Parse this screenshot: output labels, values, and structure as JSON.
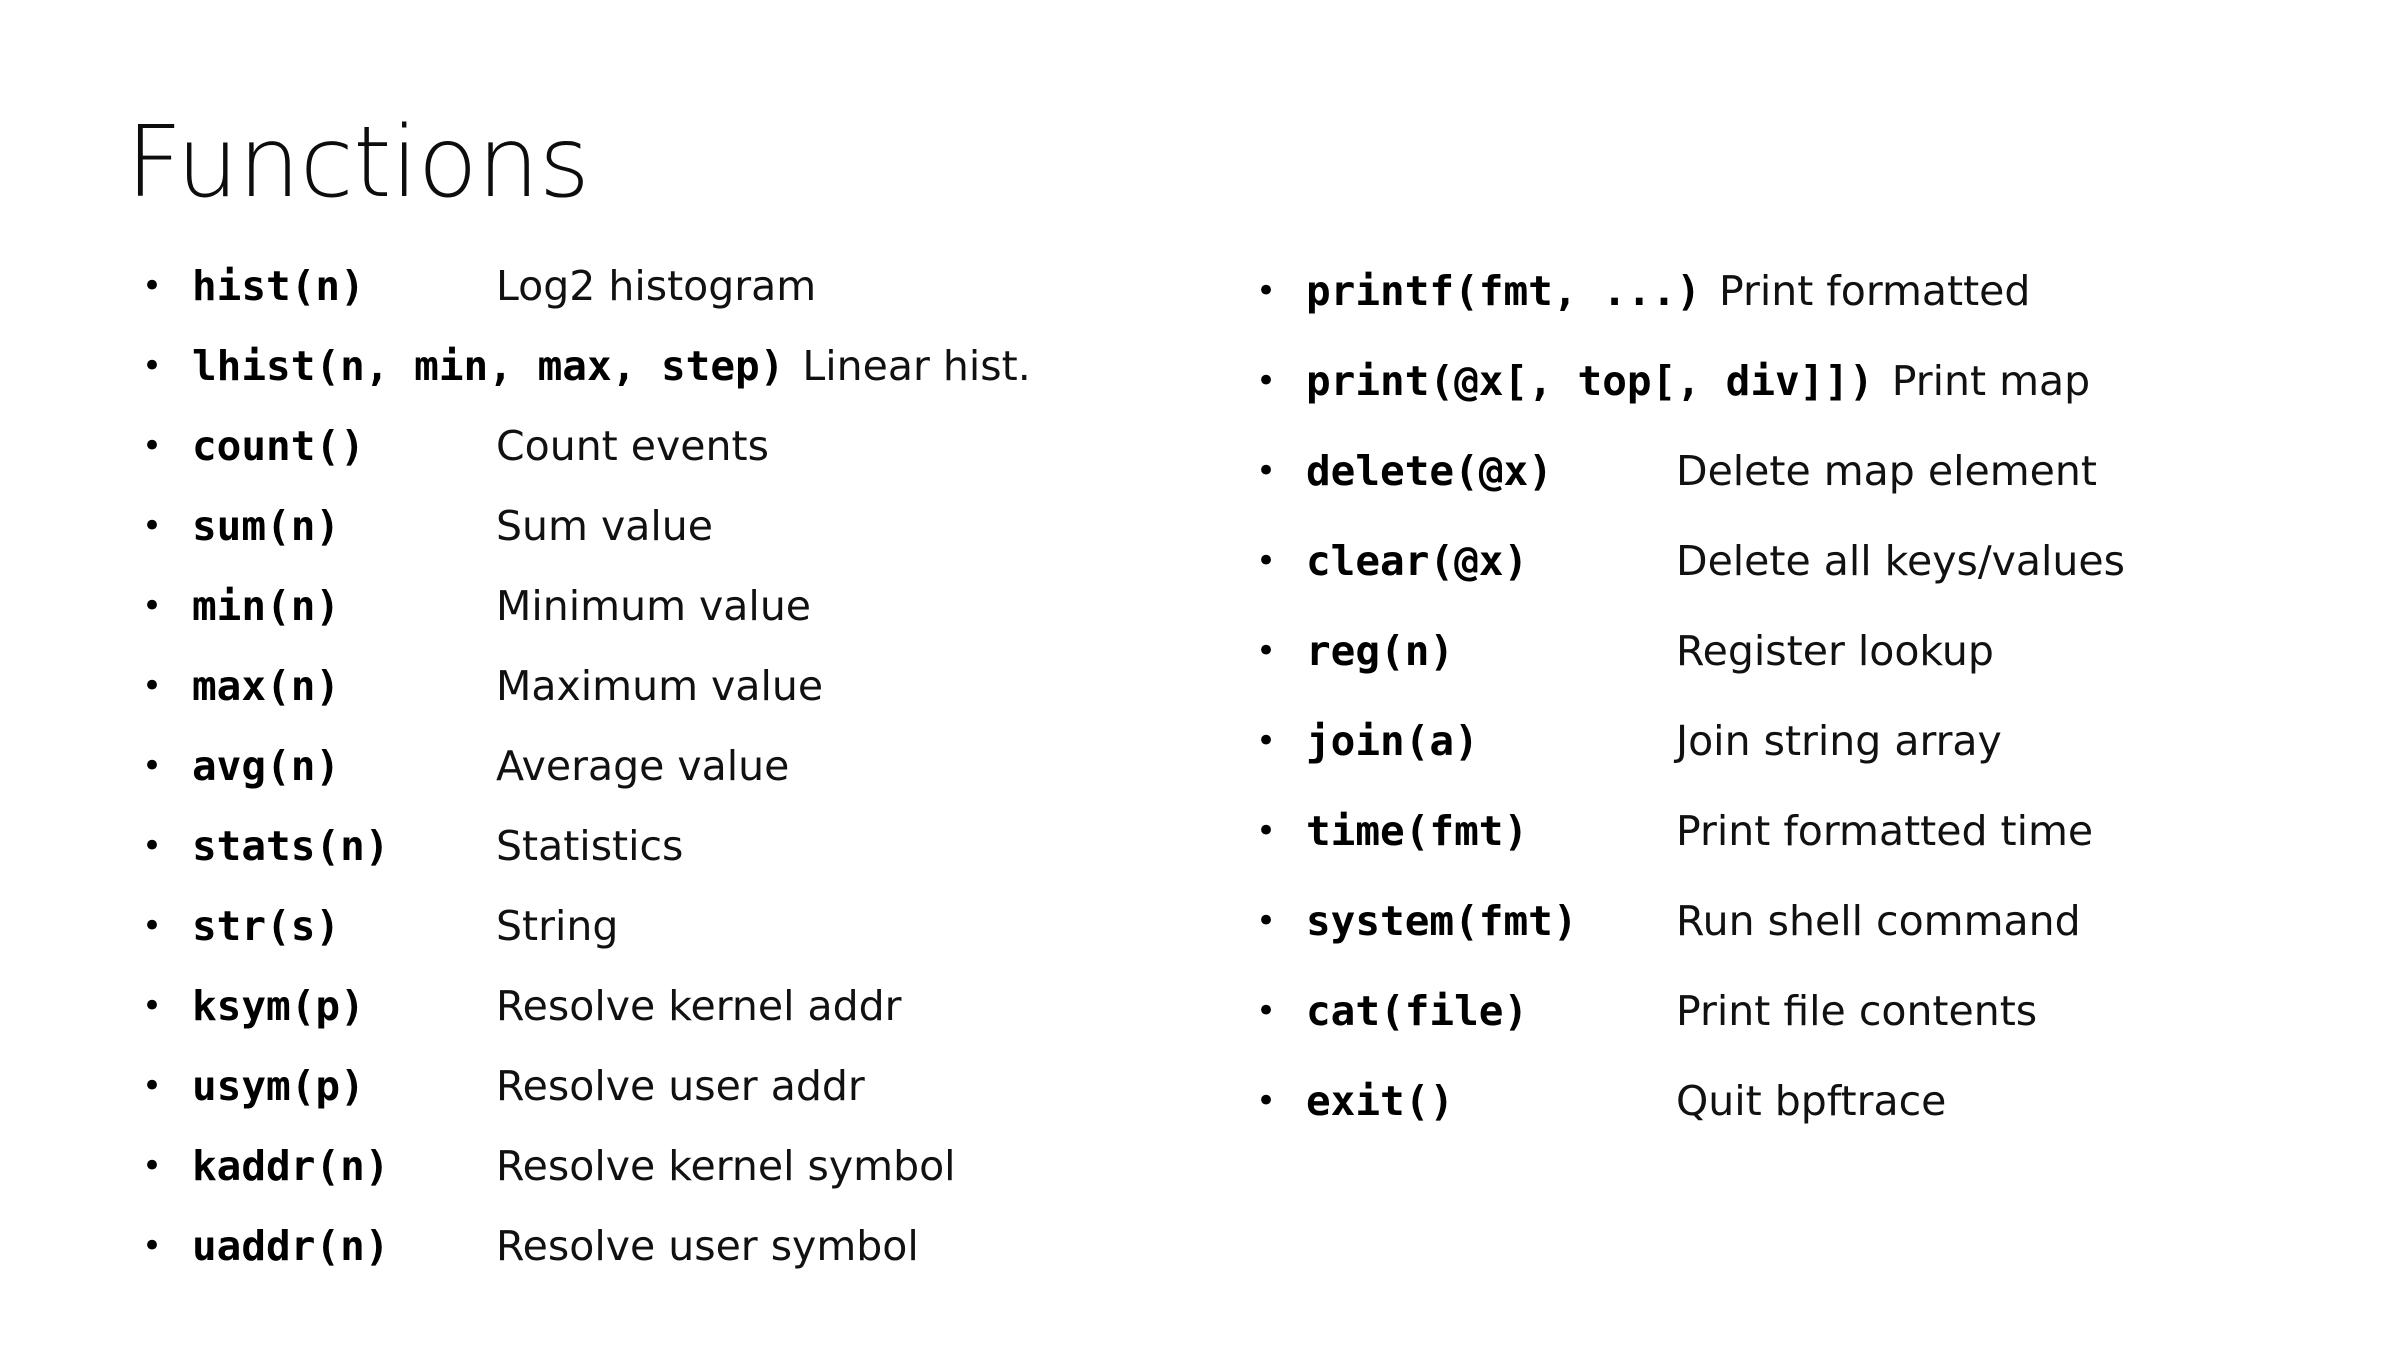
{
  "slide": {
    "title": "Functions",
    "bullet_glyph": "•",
    "background_color": "#ffffff",
    "text_color": "#000000"
  },
  "columns": [
    {
      "id": "left",
      "items": [
        {
          "signature": "hist(n)",
          "description": "Log2 histogram",
          "overflow": false
        },
        {
          "signature": "lhist(n, min, max, step)",
          "description": "Linear hist.",
          "overflow": true
        },
        {
          "signature": "count()",
          "description": "Count events",
          "overflow": false
        },
        {
          "signature": "sum(n)",
          "description": "Sum value",
          "overflow": false
        },
        {
          "signature": "min(n)",
          "description": "Minimum value",
          "overflow": false
        },
        {
          "signature": "max(n)",
          "description": "Maximum value",
          "overflow": false
        },
        {
          "signature": "avg(n)",
          "description": "Average value",
          "overflow": false
        },
        {
          "signature": "stats(n)",
          "description": "Statistics",
          "overflow": false
        },
        {
          "signature": "str(s)",
          "description": "String",
          "overflow": false
        },
        {
          "signature": "ksym(p)",
          "description": "Resolve kernel addr",
          "overflow": false
        },
        {
          "signature": "usym(p)",
          "description": "Resolve user addr",
          "overflow": false
        },
        {
          "signature": "kaddr(n)",
          "description": "Resolve kernel symbol",
          "overflow": false
        },
        {
          "signature": "uaddr(n)",
          "description": "Resolve user symbol",
          "overflow": false
        }
      ]
    },
    {
      "id": "right",
      "items": [
        {
          "signature": "printf(fmt, ...)",
          "description": "Print formatted",
          "overflow": true
        },
        {
          "signature": "print(@x[, top[, div]])",
          "description": "Print map",
          "overflow": true
        },
        {
          "signature": "delete(@x)",
          "description": "Delete map element",
          "overflow": false
        },
        {
          "signature": "clear(@x)",
          "description": "Delete all keys/values",
          "overflow": false
        },
        {
          "signature": "reg(n)",
          "description": "Register lookup",
          "overflow": false
        },
        {
          "signature": "join(a)",
          "description": "Join string array",
          "overflow": false
        },
        {
          "signature": "time(fmt)",
          "description": "Print formatted time",
          "overflow": false
        },
        {
          "signature": "system(fmt)",
          "description": "Run shell command",
          "overflow": false
        },
        {
          "signature": "cat(file)",
          "description": "Print file contents",
          "overflow": false
        },
        {
          "signature": "exit()",
          "description": "Quit bpftrace",
          "overflow": false
        }
      ]
    }
  ]
}
